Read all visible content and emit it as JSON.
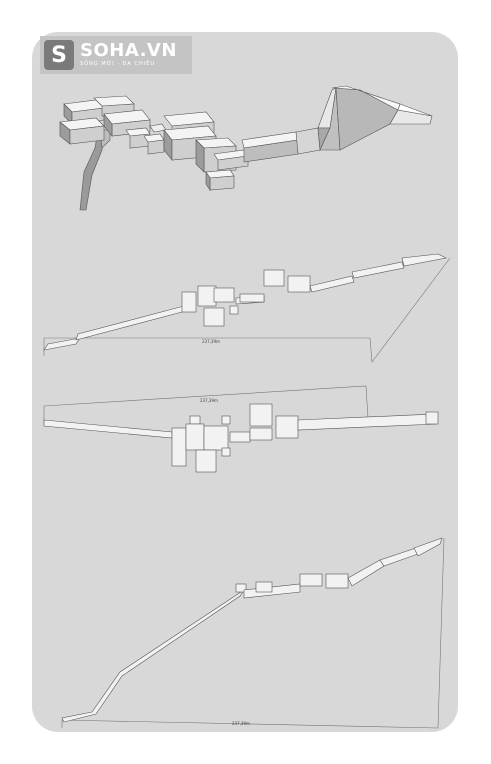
{
  "logo": {
    "letter": "S",
    "name": "SOHA.VN",
    "tagline": "SỐNG MỚI - ĐA CHIỀU"
  },
  "views": {
    "top": {
      "dimension": "237,39m"
    },
    "middle": {
      "dimension": "237,39m"
    },
    "bottom": {
      "dimension": "237,39m"
    }
  }
}
